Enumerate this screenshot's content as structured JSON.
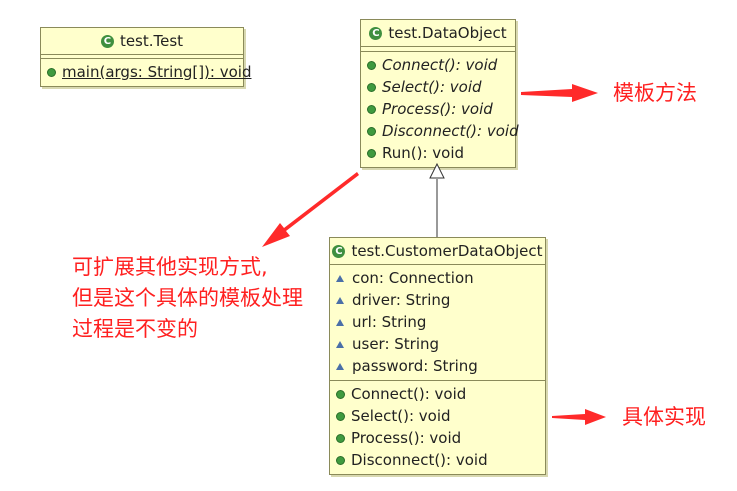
{
  "classes": {
    "test": {
      "name": "test.Test",
      "methods": [
        "main(args: String[]): void"
      ]
    },
    "data_object": {
      "name": "test.DataObject",
      "methods": [
        "Connect(): void",
        "Select(): void",
        "Process(): void",
        "Disconnect(): void",
        "Run(): void"
      ]
    },
    "customer": {
      "name": "test.CustomerDataObject",
      "fields": [
        "con: Connection",
        "driver: String",
        "url: String",
        "user: String",
        "password: String"
      ],
      "methods": [
        "Connect(): void",
        "Select(): void",
        "Process(): void",
        "Disconnect(): void"
      ]
    }
  },
  "annotations": {
    "template_method": "模板方法",
    "extension": [
      "可扩展其他实现方式,",
      "但是这个具体的模板处理",
      "过程是不变的"
    ],
    "concrete": "具体实现"
  },
  "colors": {
    "class_fill": "#ffffcc",
    "note_red": "#ff2020",
    "icon_green": "#3f8f3f"
  },
  "icons": {
    "class": "class-c-icon",
    "public": "public-method-icon",
    "package": "package-field-icon"
  }
}
